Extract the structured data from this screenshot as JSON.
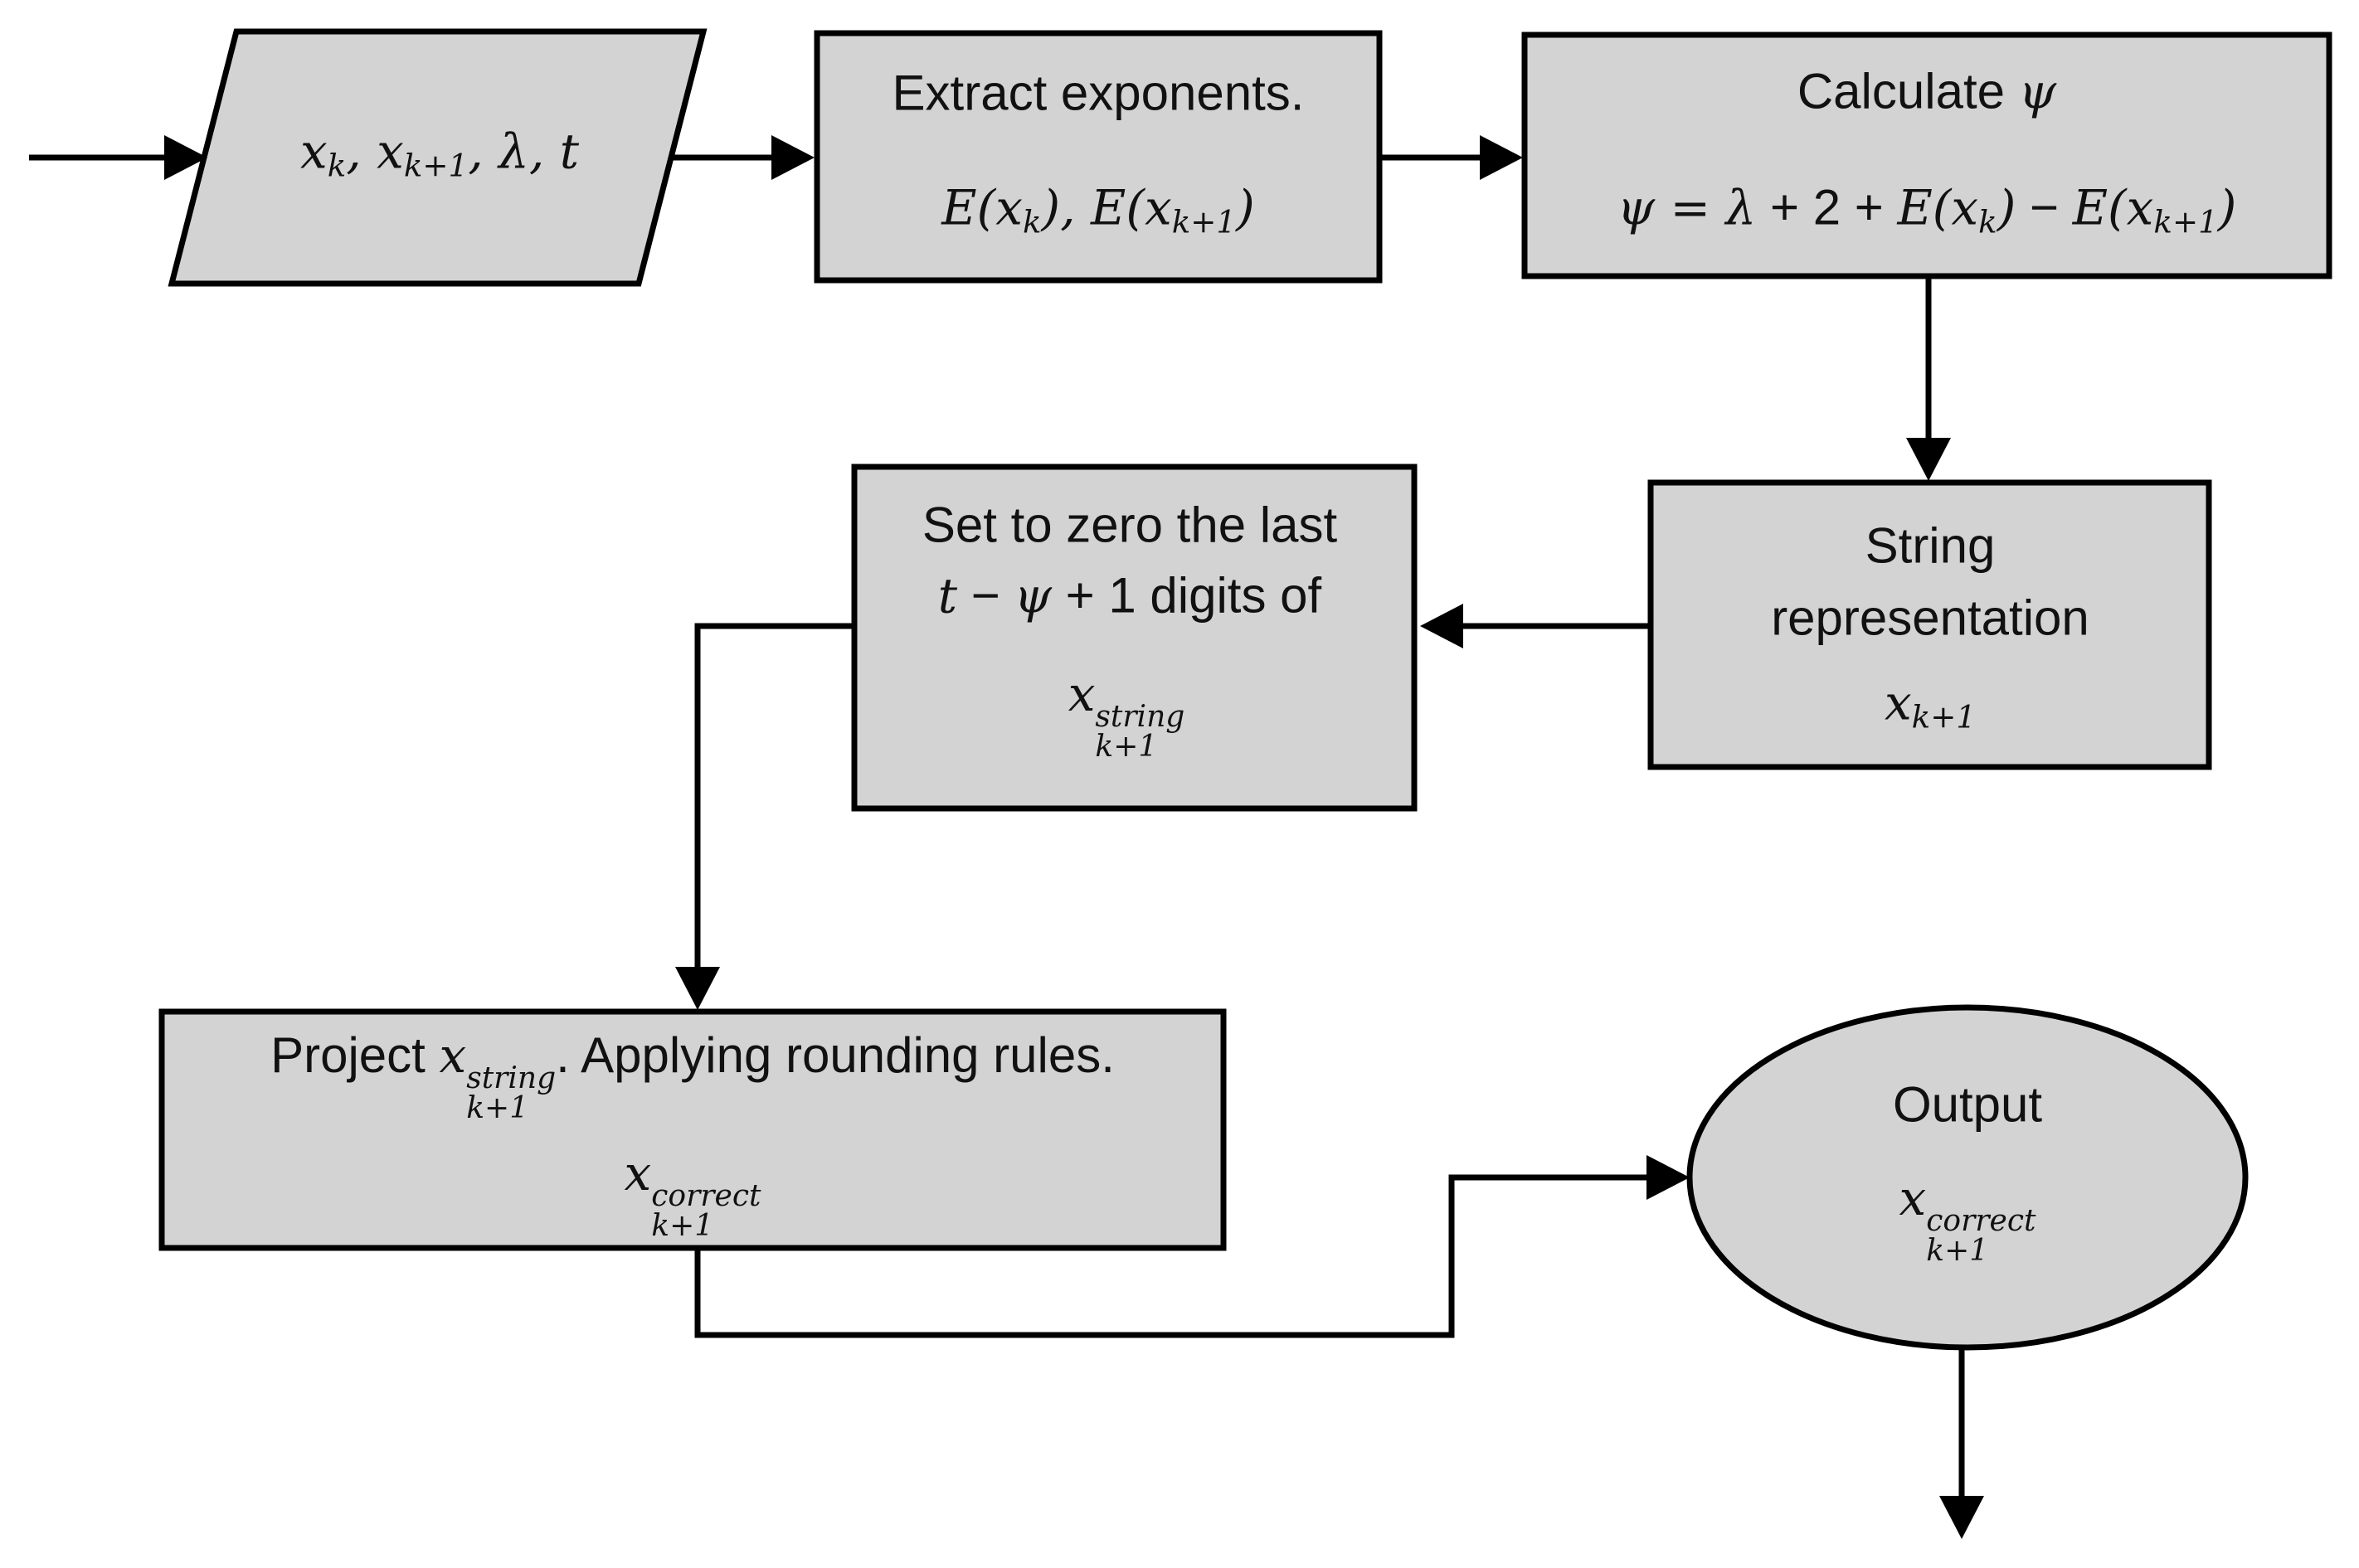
{
  "colors": {
    "background": "#ffffff",
    "shape_fill": "#d3d3d3",
    "shape_stroke": "#000000",
    "connector": "#000000",
    "text": "#111111"
  },
  "nodes": {
    "input": {
      "shape": "parallelogram",
      "formula": [
        {
          "m": "x"
        },
        {
          "sub": "k"
        },
        {
          "m": ", x"
        },
        {
          "sub": "k+1"
        },
        {
          "m": ", λ, t"
        }
      ]
    },
    "extract": {
      "shape": "rectangle",
      "title": [
        {
          "t": "Extract exponents."
        }
      ],
      "formula": [
        {
          "m": "E(x"
        },
        {
          "sub": "k"
        },
        {
          "m": "), E(x"
        },
        {
          "sub": "k+1"
        },
        {
          "m": ")"
        }
      ]
    },
    "calculate": {
      "shape": "rectangle",
      "title": [
        {
          "t": "Calculate "
        },
        {
          "m": "ψ"
        }
      ],
      "formula": [
        {
          "m": "ψ = λ"
        },
        {
          "t": " + 2 + "
        },
        {
          "m": "E(x"
        },
        {
          "sub": "k"
        },
        {
          "m": ")"
        },
        {
          "t": " − "
        },
        {
          "m": "E(x"
        },
        {
          "sub": "k+1"
        },
        {
          "m": ")"
        }
      ]
    },
    "string_rep": {
      "shape": "rectangle",
      "line1": [
        {
          "t": "String"
        }
      ],
      "line2": [
        {
          "t": "representation"
        }
      ],
      "formula": [
        {
          "m": "x"
        },
        {
          "sub": "k+1"
        }
      ]
    },
    "set_zero": {
      "shape": "rectangle",
      "line1": [
        {
          "t": "Set to zero the last"
        }
      ],
      "line2": [
        {
          "m": "t"
        },
        {
          "t": " − "
        },
        {
          "m": "ψ"
        },
        {
          "t": " + 1 digits of"
        }
      ],
      "formula": [
        {
          "m": "x"
        },
        {
          "ss": [
            "string",
            "k+1"
          ]
        }
      ]
    },
    "project": {
      "shape": "rectangle",
      "line1": [
        {
          "t": "Project "
        },
        {
          "m": "x"
        },
        {
          "ss": [
            "string",
            "k+1"
          ]
        },
        {
          "t": ". Applying rounding rules."
        }
      ],
      "formula": [
        {
          "m": "x"
        },
        {
          "ss": [
            "correct",
            "k+1"
          ]
        }
      ]
    },
    "output": {
      "shape": "ellipse",
      "title": [
        {
          "t": "Output"
        }
      ],
      "formula": [
        {
          "m": "x"
        },
        {
          "ss": [
            "correct",
            "k+1"
          ]
        }
      ]
    }
  }
}
